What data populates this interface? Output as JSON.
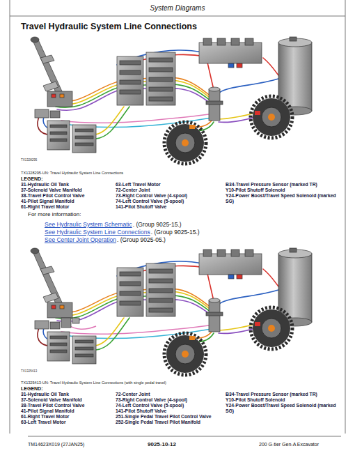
{
  "diagram": {
    "title": "Travel Hydraulic System Line Connections",
    "labels": [
      "System Diagrams",
      "TX1328295",
      "TX1328295-UN: Travel Hydraulic System Line Connections",
      "LEGEND:",
      "31-Hydraulic Oil Tank",
      "37-Solenoid Valve Manifold",
      "38-Travel Pilot Control Valve",
      "41-Pilot Signal Manifold",
      "61-Right Travel Motor",
      "63-Left Travel Motor",
      "72-Center Joint",
      "73-Right Control Valve (4-spool)",
      "74-Left Control Valve (5-spool)",
      "141-Pilot Shutoff Valve",
      "B34-Travel Pressure Sensor (marked TR)",
      "Y10-Pilot Shutoff Solenoid",
      "Y24-Power Boost/Travel Speed Solenoid (marked SG)",
      "For more information:",
      "See Hydraulic System Schematic",
      ". (Group 9025-15.)",
      "See Hydraulic System Line Connections",
      ". (Group 9025-15.)",
      "See Center Joint Operation",
      ". (Group 9025-05.)",
      "TX1325413",
      "TX1325413-UN: Travel Hydraulic System Line Connections (with single pedal travel)",
      "LEGEND:",
      "31-Hydraulic Oil Tank",
      "37-Solenoid Valve Manifold",
      "38-Travel Pilot Control Valve",
      "41-Pilot Signal Manifold",
      "61-Right Travel Motor",
      "63-Left Travel Motor",
      "72-Center Joint",
      "73-Right Control Valve (4-spool)",
      "74-Left Control Valve (5-spool)",
      "141-Pilot Shutoff Valve",
      "251-Single Pedal Travel Pilot Control Valve",
      "252-Single Pedal Travel Pilot Manifold",
      "B34-Travel Pressure Sensor (marked TR)",
      "Y10-Pilot Shutoff Solenoid",
      "Y24-Power Boost/Travel Speed Solenoid (marked SG)",
      "TM14623X019 (27JAN25)",
      "9025-10-12",
      "200 G-tier Gen-A Excavator"
    ]
  }
}
